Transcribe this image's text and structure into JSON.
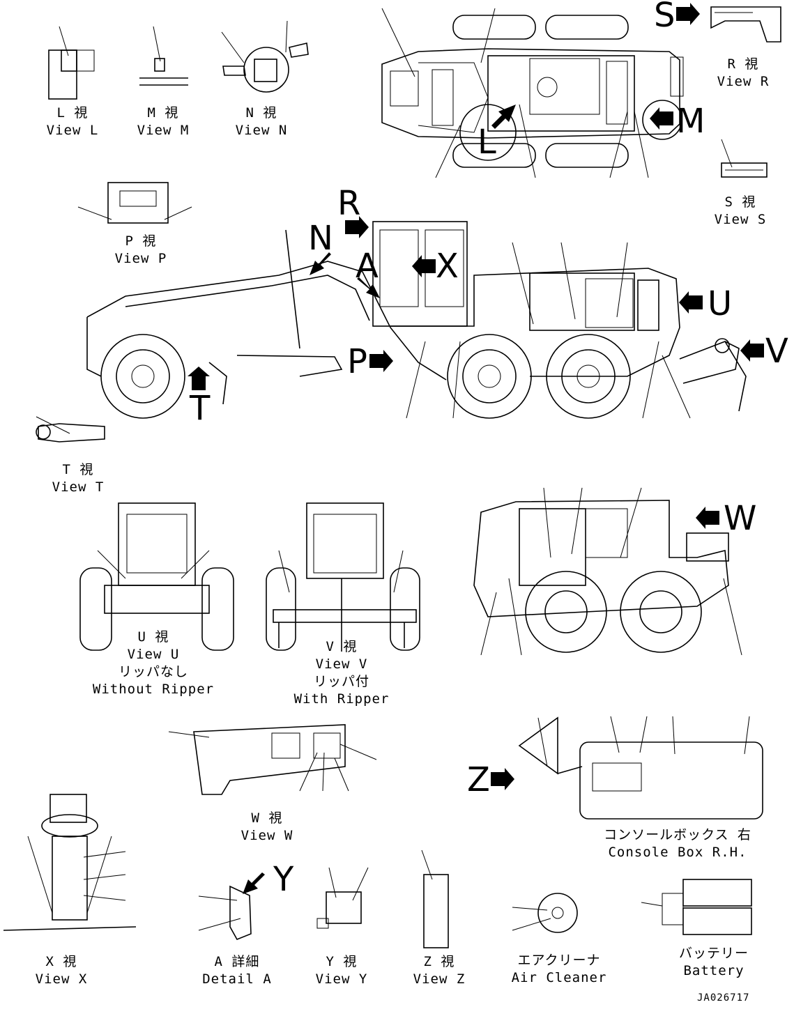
{
  "views": [
    {
      "id": "L",
      "jp": "L 視",
      "en": "View L"
    },
    {
      "id": "M",
      "jp": "M 視",
      "en": "View M"
    },
    {
      "id": "N",
      "jp": "N 視",
      "en": "View N"
    },
    {
      "id": "R",
      "jp": "R 視",
      "en": "View R"
    },
    {
      "id": "S",
      "jp": "S 視",
      "en": "View S"
    },
    {
      "id": "P",
      "jp": "P 視",
      "en": "View P"
    },
    {
      "id": "T",
      "jp": "T 視",
      "en": "View T"
    },
    {
      "id": "U",
      "jp": "U 視",
      "en": "View U",
      "jp2": "リッパなし",
      "en2": "Without Ripper"
    },
    {
      "id": "V",
      "jp": "V 視",
      "en": "View V",
      "jp2": "リッパ付",
      "en2": "With Ripper"
    },
    {
      "id": "W",
      "jp": "W 視",
      "en": "View W"
    },
    {
      "id": "CB",
      "jp": "コンソールボックス 右",
      "en": "Console Box R.H."
    },
    {
      "id": "X",
      "jp": "X 視",
      "en": "View X"
    },
    {
      "id": "A",
      "jp": "A 詳細",
      "en": "Detail A"
    },
    {
      "id": "Y",
      "jp": "Y 視",
      "en": "View Y"
    },
    {
      "id": "Z",
      "jp": "Z 視",
      "en": "View Z"
    },
    {
      "id": "AC",
      "jp": "エアクリーナ",
      "en": "Air Cleaner"
    },
    {
      "id": "BT",
      "jp": "バッテリー",
      "en": "Battery"
    }
  ],
  "arrows": {
    "S": "S",
    "M": "M",
    "L": "L",
    "R": "R",
    "N": "N",
    "A": "A",
    "X": "X",
    "U": "U",
    "V": "V",
    "P": "P",
    "T": "T",
    "W": "W",
    "Z": "Z",
    "Y": "Y"
  },
  "drawing_code": "JA026717"
}
